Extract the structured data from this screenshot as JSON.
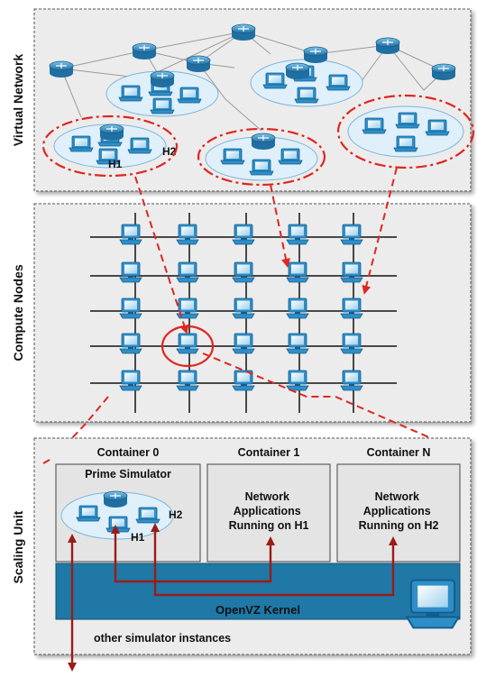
{
  "panels": {
    "virtual_network": {
      "label": "Virtual Network"
    },
    "compute_nodes": {
      "label": "Compute Nodes"
    },
    "scaling_unit": {
      "label": "Scaling Unit"
    }
  },
  "virtual_network": {
    "host_labels": {
      "h1": "H1",
      "h2": "H2"
    }
  },
  "scaling_unit": {
    "containers": [
      {
        "header": "Container 0",
        "title": "Prime Simulator",
        "h1": "H1",
        "h2": "H2"
      },
      {
        "header": "Container 1",
        "lines": [
          "Network",
          "Applications",
          "Running on  H1"
        ]
      },
      {
        "header": "Container N",
        "lines": [
          "Network",
          "Applications",
          "Running on H2"
        ]
      }
    ],
    "kernel_label": "OpenVZ Kernel",
    "footer": "other simulator instances"
  },
  "colors": {
    "panel_bg": "#ececec",
    "kernel_blue": "#1f78a6",
    "arrow_red": "#b3241f",
    "dash_red": "#e0261f",
    "cloud": "#dff0fb",
    "device_blue": "#2e8fc8"
  }
}
